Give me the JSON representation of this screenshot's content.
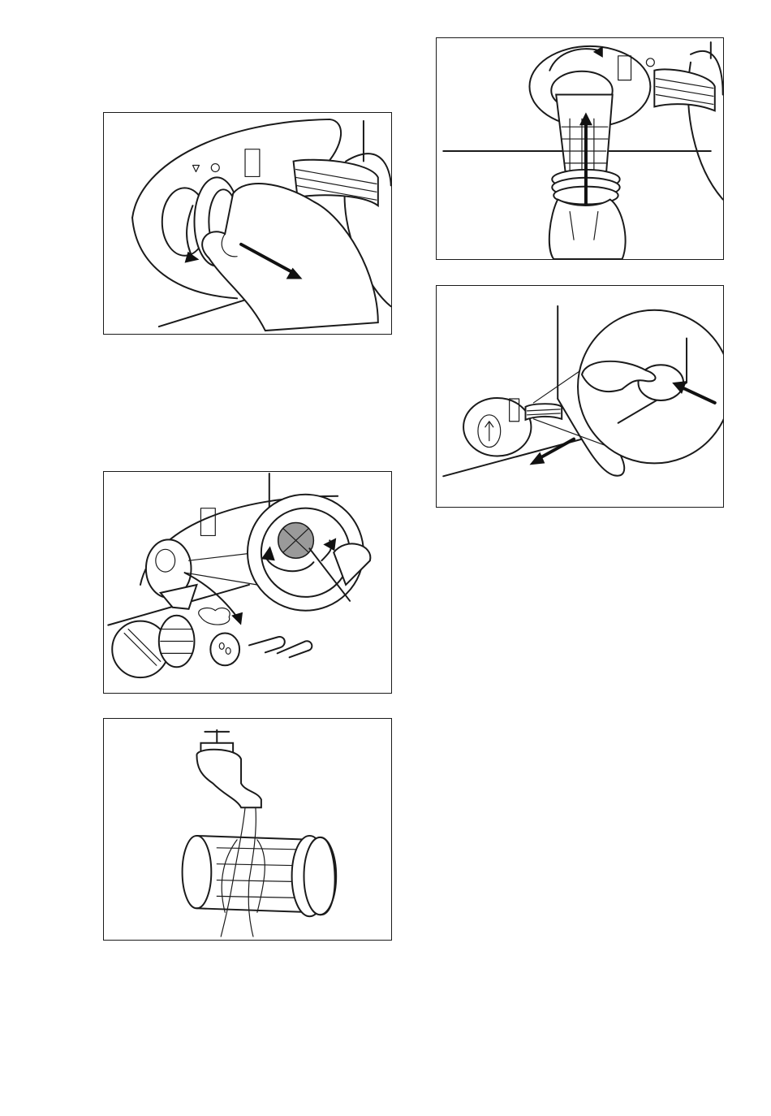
{
  "figures": [
    {
      "id": "fig-1",
      "icon": "turn-filter-counterclockwise-pull-out"
    },
    {
      "id": "fig-2",
      "icon": "clean-filter-housing-remove-objects"
    },
    {
      "id": "fig-3",
      "icon": "rinse-filter-under-tap"
    },
    {
      "id": "fig-4",
      "icon": "insert-filter-turn-clockwise"
    },
    {
      "id": "fig-5",
      "icon": "close-filter-door"
    }
  ],
  "colors": {
    "line": "#1a1a1a",
    "background": "#ffffff",
    "accent_fill": "#9a9a9a"
  }
}
